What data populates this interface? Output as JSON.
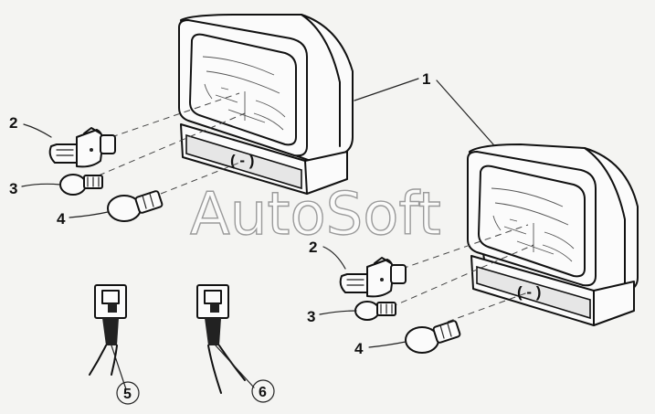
{
  "watermark": "AutoSoft",
  "callouts": {
    "headlamp": "1",
    "bulb_main": "2",
    "bulb_small": "3",
    "bulb_signal": "4",
    "connector_a": "5",
    "connector_b": "6"
  },
  "lamp_marking": "( - )"
}
